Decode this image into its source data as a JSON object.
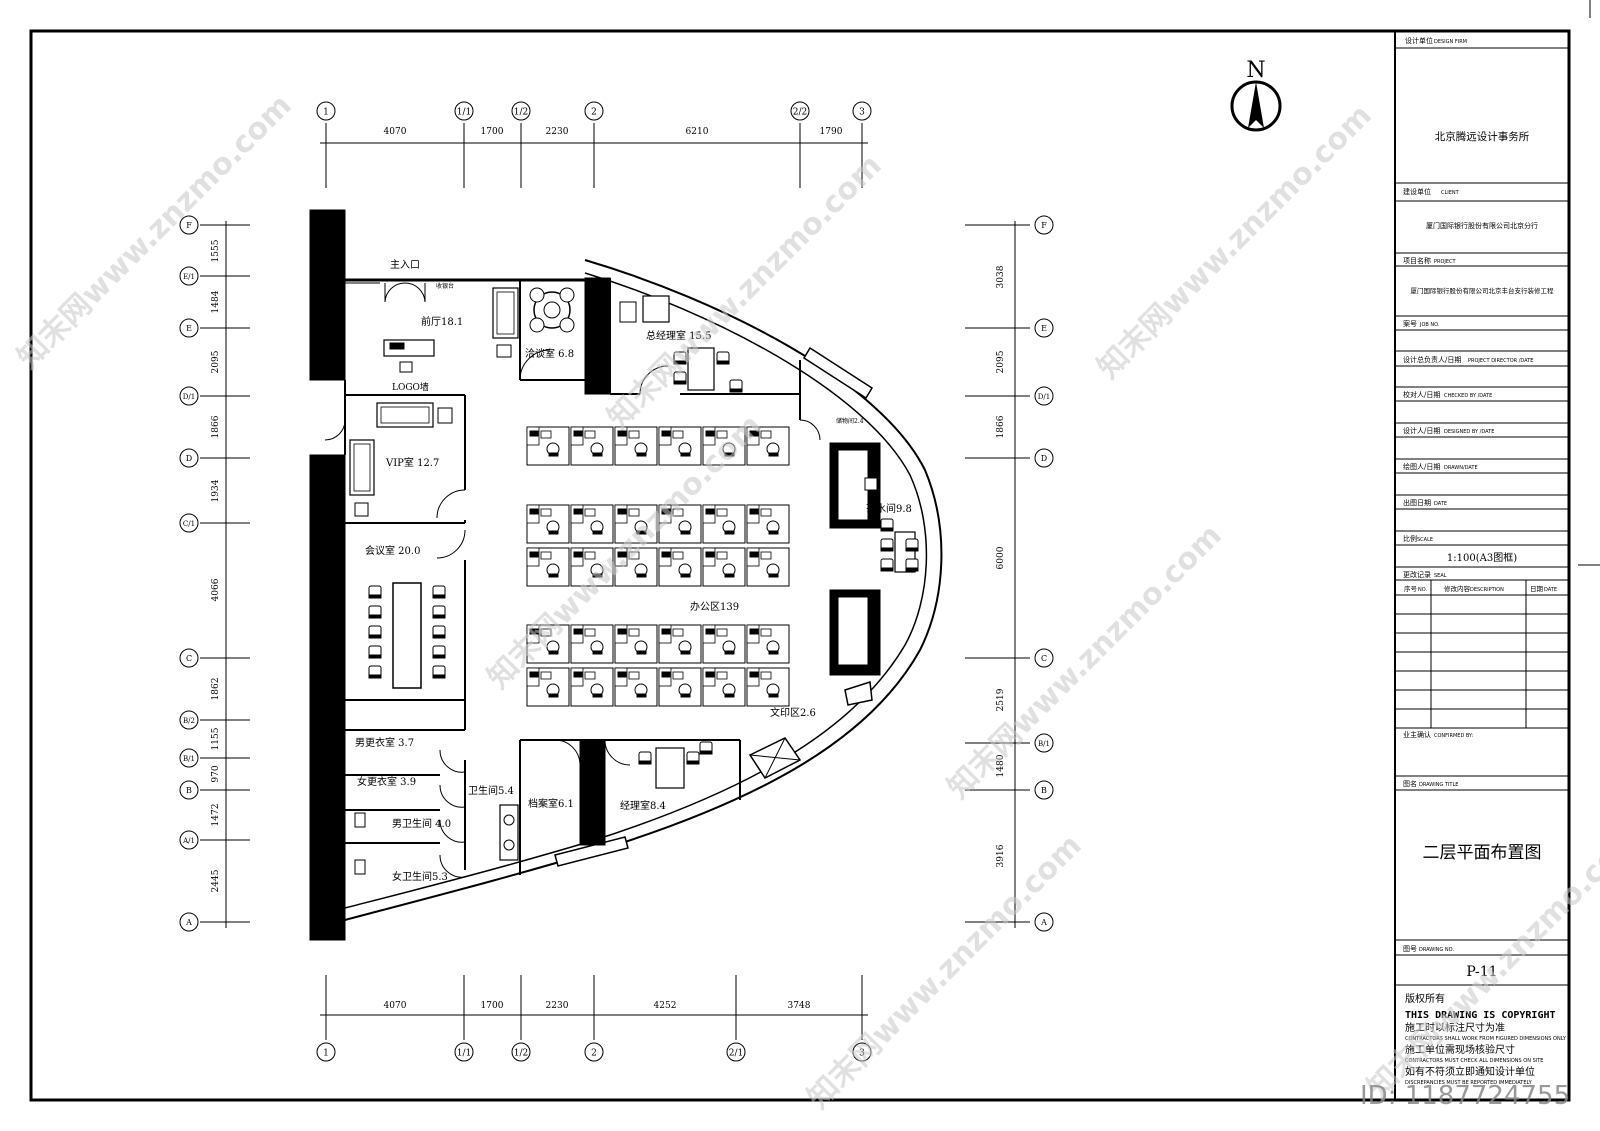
{
  "north_label": "N",
  "grid_top": [
    "1",
    "1/1",
    "1/2",
    "2",
    "2/2",
    "3"
  ],
  "dims_top": [
    "4070",
    "1700",
    "2230",
    "6210",
    "1790"
  ],
  "grid_bottom": [
    "1",
    "1/1",
    "1/2",
    "2",
    "2/1",
    "3"
  ],
  "dims_bottom": [
    "4070",
    "1700",
    "2230",
    "4252",
    "3748"
  ],
  "grid_rows": [
    "F",
    "E/1",
    "E",
    "D/1",
    "D",
    "C/1",
    "C",
    "B/2",
    "B/1",
    "B",
    "A/1",
    "A"
  ],
  "grid_rows_right": [
    "F",
    "E",
    "D/1",
    "D",
    "C",
    "B/1",
    "B",
    "A"
  ],
  "dims_left": [
    "1555",
    "1484",
    "2095",
    "1866",
    "1934",
    "4066",
    "1862",
    "1155",
    "970",
    "1472",
    "2445"
  ],
  "dims_right": [
    "3038",
    "2095",
    "1866",
    "6000",
    "2519",
    "1480",
    "3916"
  ],
  "rooms": {
    "main_entrance": "主入口",
    "front_desk_note": "收银台",
    "lobby": "前厅18.1",
    "logo_wall": "LOGO墙",
    "negotiation": "洽谈室 6.8",
    "gm_office": "总经理室 15.5",
    "storage": "储物间2.4",
    "vip": "VIP室 12.7",
    "tea": "茶水间9.8",
    "meeting": "会议室 20.0",
    "office": "办公区139",
    "print": "文印区2.6",
    "men_locker": "男更衣室 3.7",
    "women_locker": "女更衣室 3.9",
    "washroom": "卫生间5.4",
    "men_wc": "男卫生间 4.0",
    "women_wc": "女卫生间5.3",
    "archive": "档案室6.1",
    "manager": "经理室8.4"
  },
  "title_block": {
    "design_firm_label": "设计单位",
    "design_firm_label_en": "DESIGN FIRM",
    "design_firm": "北京腾远设计事务所",
    "client_label": "建设单位",
    "client_label_en": "CLIENT",
    "client": "厦门国际银行股份有限公司北京分行",
    "project_label": "项目名称",
    "project_label_en": "PROJECT",
    "project": "厦门国际银行股份有限公司北京丰台支行装修工程",
    "job_label": "案号",
    "job_label_en": "JOB NO.",
    "director_label": "设计总负责人/日期",
    "director_label_en": "PROJECT DIRECTOR /DATE",
    "checked_label": "校对人/日期",
    "checked_label_en": "CHECKED BY /DATE",
    "designed_label": "设计人/日期",
    "designed_label_en": "DESIGNED BY /DATE",
    "drawn_label": "绘图人/日期",
    "drawn_label_en": "DRAWN/DATE",
    "date_label": "出图日期",
    "date_label_en": "DATE",
    "scale_label": "比例",
    "scale_label_en": "SCALE",
    "scale": "1:100(A3图框)",
    "revision_label": "更改记录",
    "revision_label_en": "SEAL",
    "rev_col_no": "序号",
    "rev_col_no_en": "NO.",
    "rev_col_desc": "修改内容",
    "rev_col_desc_en": "DESCRIPTION",
    "rev_col_date": "日期",
    "rev_col_date_en": "DATE",
    "owner_label": "业主确认",
    "owner_label_en": "CONFIRMED BY:",
    "title_label": "图名",
    "title_label_en": "DRAWING TITLE",
    "title": "二层平面布置图",
    "drawing_no_label": "图号",
    "drawing_no_label_en": "DRAWING NO.",
    "drawing_no": "P-11",
    "copyright_title": "版权所有",
    "copyright_en": "THIS DRAWING IS COPYRIGHT",
    "note1": "施工时以标注尺寸为准",
    "note1_en": "CONTRACTORS SHALL WORK FROM FIGURED DIMENSIONS ONLY",
    "note2": "施工单位需现场核验尺寸",
    "note2_en": "CONTRACTORS MUST CHECK ALL DIMENSIONS ON SITE",
    "note3": "如有不符须立即通知设计单位",
    "note3_en": "DISCREPANCIES MUST BE REPORTED IMMEDIATELY"
  },
  "watermark": "知末网www.znzmo.com",
  "watermark_id": "ID: 1187724755"
}
